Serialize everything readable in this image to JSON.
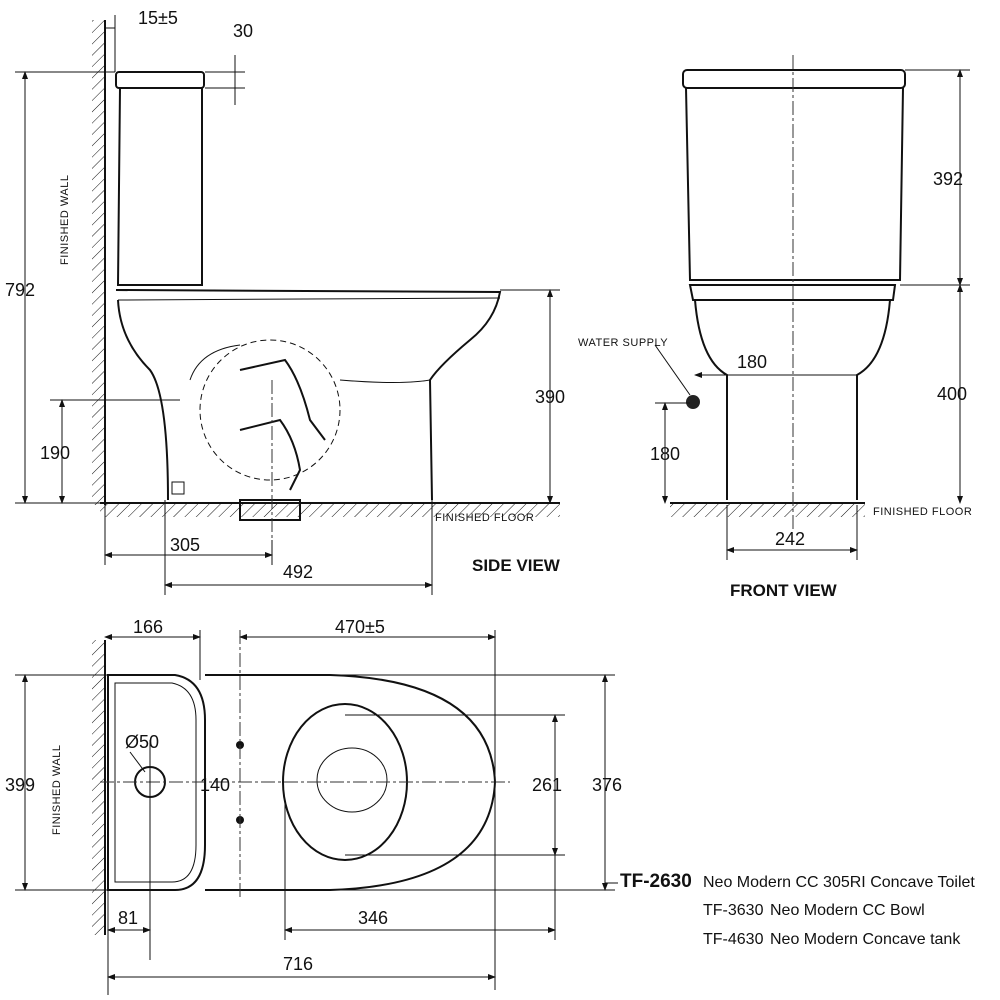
{
  "side_view": {
    "title": "SIDE VIEW",
    "wall_label": "FINISHED WALL",
    "floor_label": "FINISHED FLOOR",
    "dims": {
      "offset": "15±5",
      "lid": "30",
      "height": "792",
      "inlet": "190",
      "rim": "390",
      "rough_in": "305",
      "depth": "492"
    }
  },
  "front_view": {
    "title": "FRONT VIEW",
    "water_supply_label": "WATER SUPPLY",
    "floor_label": "FINISHED FLOOR",
    "dims": {
      "tank": "392",
      "bowl": "400",
      "supply_offset": "180",
      "supply_height": "180",
      "base": "242"
    }
  },
  "top_view": {
    "wall_label": "FINISHED WALL",
    "dims": {
      "tank_depth": "166",
      "bowl_length": "470±5",
      "width": "399",
      "hole": "Ø50",
      "bolts": "140",
      "seat": "261",
      "bowl_width": "376",
      "hole_center": "81",
      "seat_length": "346",
      "total": "716"
    }
  },
  "models": [
    {
      "code": "TF-2630",
      "name": "Neo Modern CC 305RI Concave Toilet"
    },
    {
      "code": "TF-3630",
      "name": "Neo Modern CC Bowl"
    },
    {
      "code": "TF-4630",
      "name": "Neo Modern Concave tank"
    }
  ]
}
